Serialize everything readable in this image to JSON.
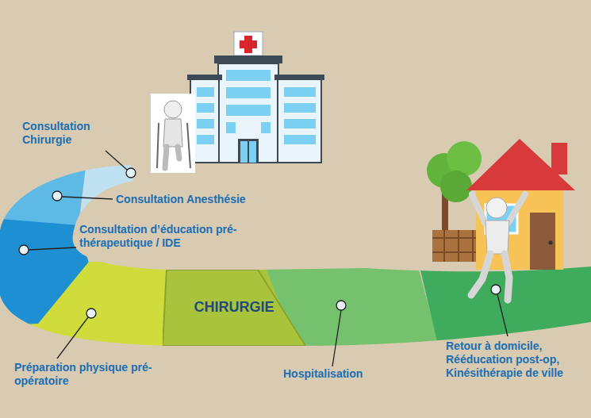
{
  "diagram": {
    "nodes": [
      {
        "text": [
          "CHIRURGIE"
        ]
      }
    ],
    "labels": [
      "Consultation Chirurgie",
      "Consultation Anesthésie",
      "Consultation d’éducation pré-thérapeutique / IDE",
      "Préparation physique pré-opératoire",
      "Hospitalisation",
      "Retour à domicile, Rééducation post-op, Kinésithérapie de ville"
    ]
  }
}
